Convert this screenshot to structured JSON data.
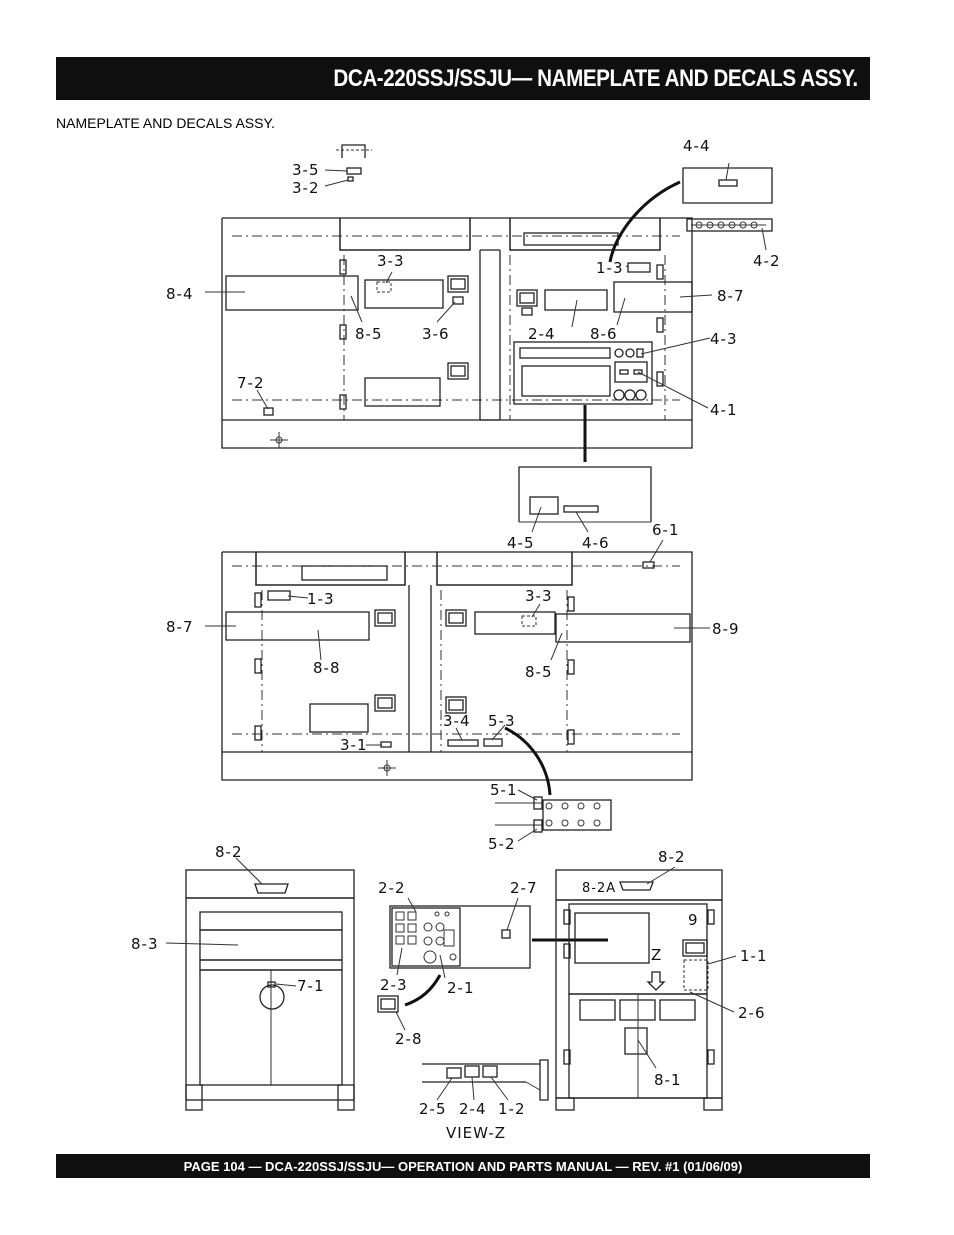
{
  "header": {
    "title": "DCA-220SSJ/SSJU— NAMEPLATE  AND DECALS ASSY."
  },
  "section": {
    "label": "NAMEPLATE AND DECALS ASSY."
  },
  "footer": {
    "text": "PAGE 104 — DCA-220SSJ/SSJU—  OPERATION AND PARTS  MANUAL — REV. #1  (01/06/09)"
  },
  "callouts": {
    "c3_5": "3-5",
    "c3_2": "3-2",
    "c4_4": "4-4",
    "c4_2": "4-2",
    "c8_4": "8-4",
    "c3_3a": "3-3",
    "c1_3a": "1-3",
    "c8_7a": "8-7",
    "c8_5a": "8-5",
    "c3_6": "3-6",
    "c2_4a": "2-4",
    "c8_6": "8-6",
    "c4_3": "4-3",
    "c7_2": "7-2",
    "c4_1": "4-1",
    "c4_5": "4-5",
    "c4_6": "4-6",
    "c6_1": "6-1",
    "c1_3b": "1-3",
    "c3_3b": "3-3",
    "c8_7b": "8-7",
    "c8_9": "8-9",
    "c8_8": "8-8",
    "c8_5b": "8-5",
    "c3_4": "3-4",
    "c5_3": "5-3",
    "c3_1": "3-1",
    "c5_1": "5-1",
    "c5_2": "5-2",
    "c8_2a": "8-2",
    "c8_3": "8-3",
    "c7_1": "7-1",
    "c2_2": "2-2",
    "c2_7": "2-7",
    "c2_3": "2-3",
    "c2_1": "2-1",
    "c2_8": "2-8",
    "c2_5": "2-5",
    "c2_4b": "2-4",
    "c1_2": "1-2",
    "view_z": "VIEW-Z",
    "c8_2b": "8-2",
    "c8_2A": "8-2A",
    "c9": "9",
    "c1_1": "1-1",
    "cZ": "Z",
    "c2_6": "2-6",
    "c8_1": "8-1"
  }
}
